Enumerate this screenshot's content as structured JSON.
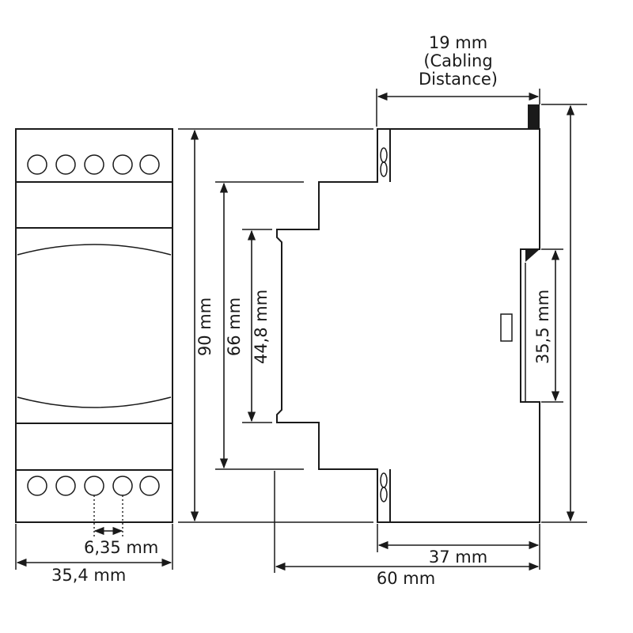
{
  "dimensions": {
    "cabling_line1": "19 mm",
    "cabling_line2": "(Cabling",
    "cabling_line3": "Distance)",
    "height_90": "90 mm",
    "height_66": "66 mm",
    "height_44": "44,8 mm",
    "height_35": "35,5 mm",
    "pitch": "6,35 mm",
    "width_front": "35,4 mm",
    "depth_37": "37 mm",
    "depth_60": "60 mm"
  },
  "colors": {
    "line": "#1a1a1a",
    "background": "#ffffff"
  }
}
